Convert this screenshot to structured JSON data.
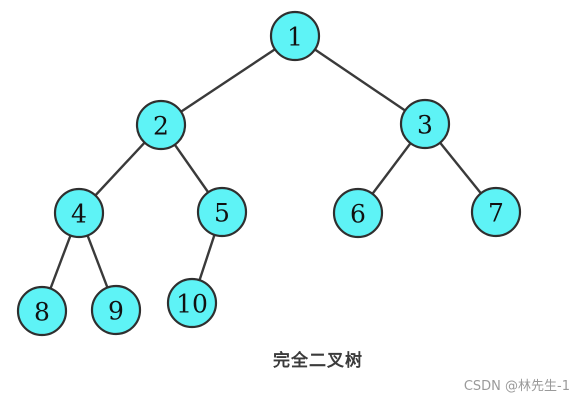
{
  "diagram": {
    "caption": "完全二叉树",
    "watermark": "CSDN @林先生-1",
    "node_fill": "#5ef3f6",
    "node_stroke": "#2f2f2f",
    "edge_color": "#3a3a3a",
    "nodes": [
      {
        "id": 1,
        "label": "1"
      },
      {
        "id": 2,
        "label": "2"
      },
      {
        "id": 3,
        "label": "3"
      },
      {
        "id": 4,
        "label": "4"
      },
      {
        "id": 5,
        "label": "5"
      },
      {
        "id": 6,
        "label": "6"
      },
      {
        "id": 7,
        "label": "7"
      },
      {
        "id": 8,
        "label": "8"
      },
      {
        "id": 9,
        "label": "9"
      },
      {
        "id": 10,
        "label": "10"
      }
    ],
    "edges": [
      {
        "from": 1,
        "to": 2
      },
      {
        "from": 1,
        "to": 3
      },
      {
        "from": 2,
        "to": 4
      },
      {
        "from": 2,
        "to": 5
      },
      {
        "from": 3,
        "to": 6
      },
      {
        "from": 3,
        "to": 7
      },
      {
        "from": 4,
        "to": 8
      },
      {
        "from": 4,
        "to": 9
      },
      {
        "from": 5,
        "to": 10
      }
    ]
  }
}
